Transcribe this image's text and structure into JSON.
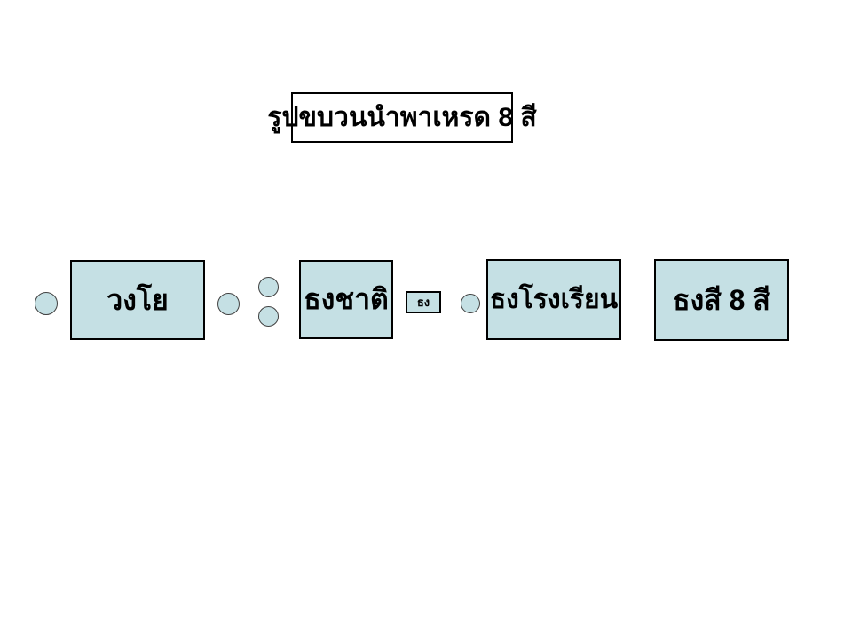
{
  "slide": {
    "title": "รูปขบวนนำพาเหรด 8 สี"
  },
  "colors": {
    "background": "#ffffff",
    "shape_fill": "#c5e0e4",
    "shape_border": "#000000",
    "circle_border": "#404040",
    "text": "#000000"
  },
  "shapes": {
    "band_box": {
      "label": "วงโย"
    },
    "national_flag_box": {
      "label": "ธงชาติ"
    },
    "flag_small_box": {
      "label": "ธง"
    },
    "school_flag_box": {
      "label": "ธงโรงเรียน"
    },
    "color_flags_box": {
      "label": "ธงสี 8 สี"
    }
  },
  "circles": [
    "lead-circle",
    "circle-after-band",
    "circle-pair-top",
    "circle-pair-bottom",
    "circle-before-school-flag"
  ]
}
